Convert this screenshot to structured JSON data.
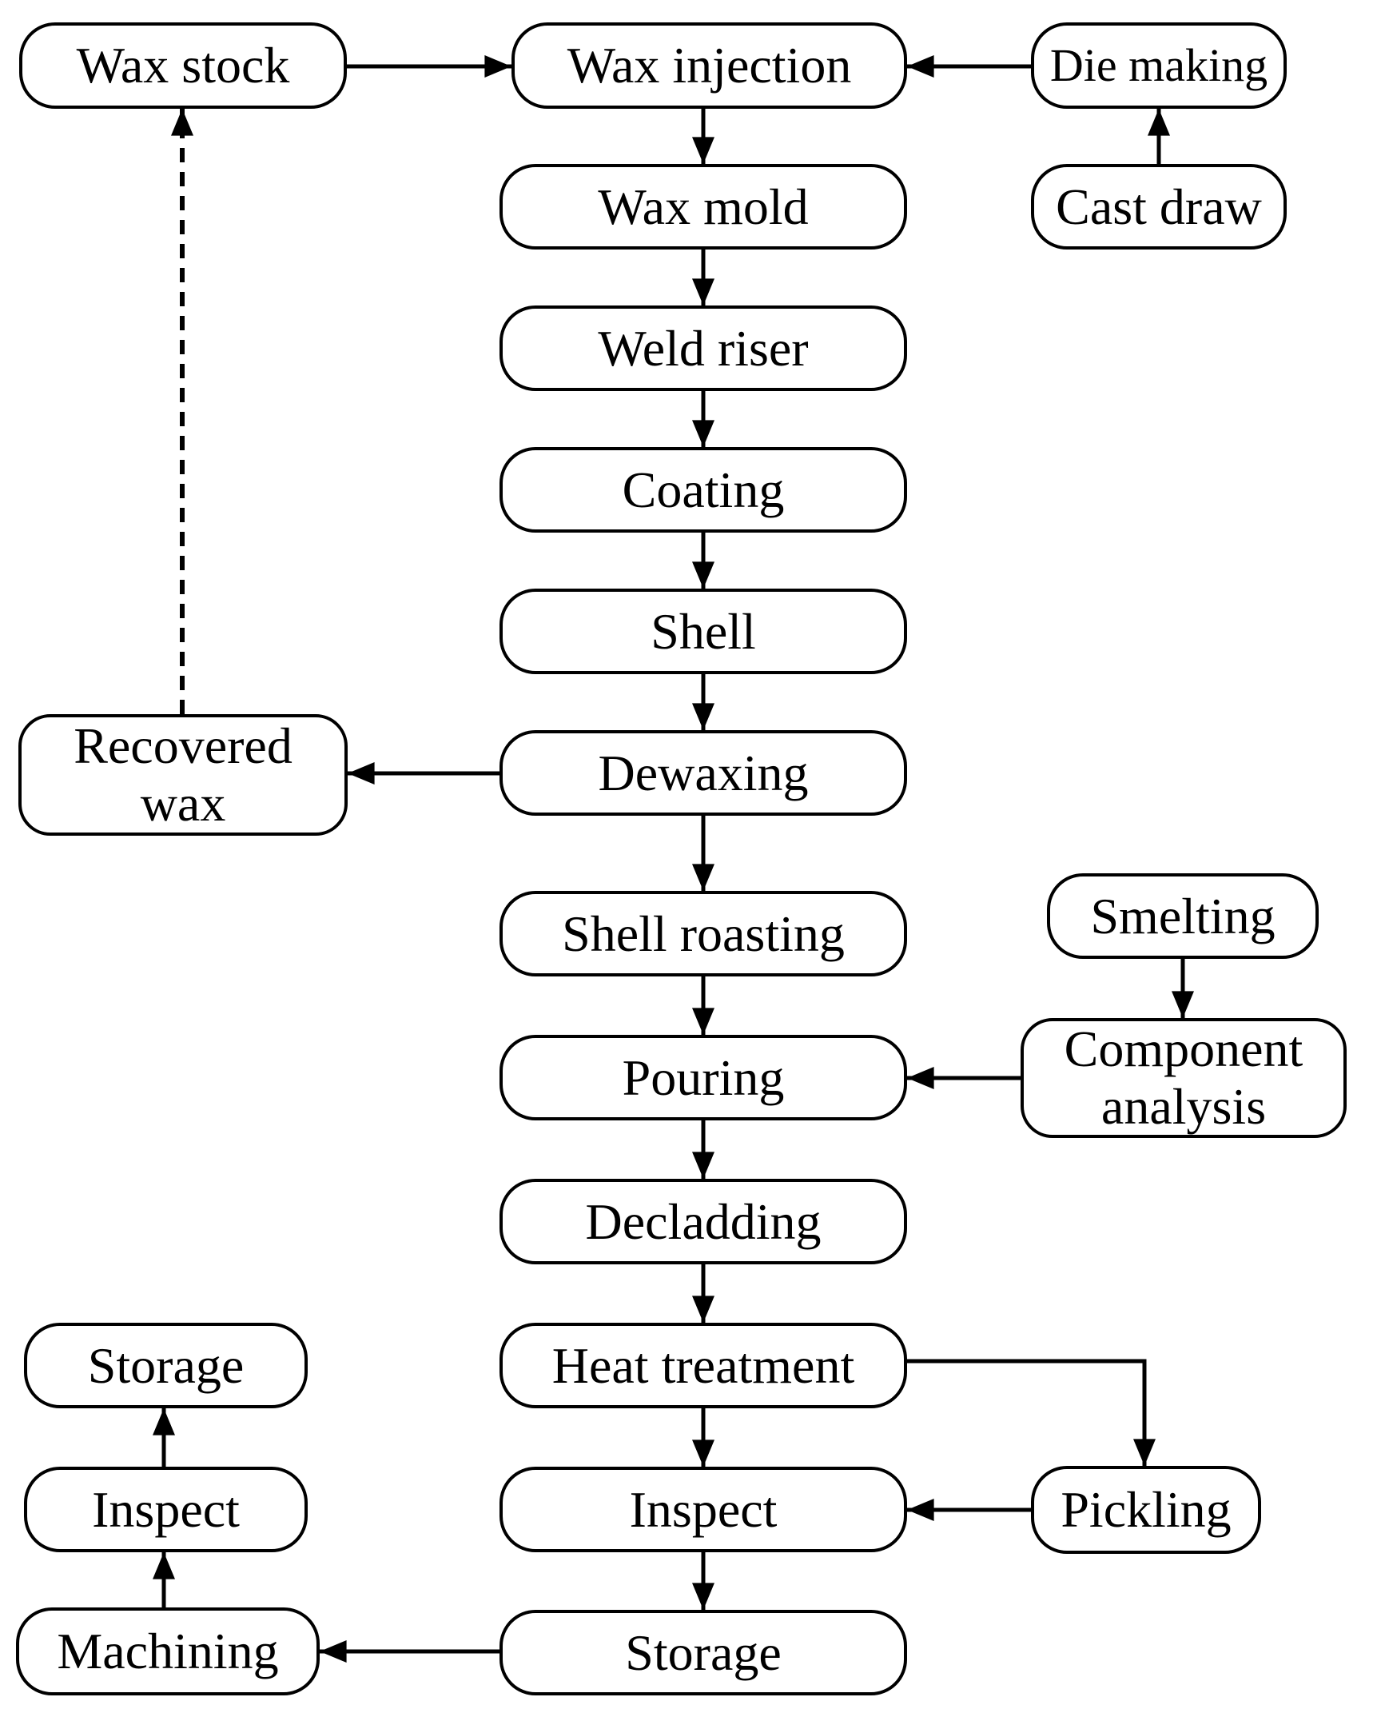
{
  "diagram": {
    "type": "flowchart",
    "subject": "Investment casting process flow",
    "colors": {
      "stroke": "#000000",
      "background": "#ffffff",
      "text": "#000000"
    }
  },
  "nodes": {
    "wax_stock": {
      "label": "Wax stock"
    },
    "wax_injection": {
      "label": "Wax injection"
    },
    "die_making": {
      "label": "Die making"
    },
    "cast_draw": {
      "label": "Cast draw"
    },
    "wax_mold": {
      "label": "Wax mold"
    },
    "weld_riser": {
      "label": "Weld riser"
    },
    "coating": {
      "label": "Coating"
    },
    "shell": {
      "label": "Shell"
    },
    "dewaxing": {
      "label": "Dewaxing"
    },
    "recovered_wax": {
      "line1": "Recovered",
      "line2": "wax"
    },
    "shell_roasting": {
      "label": "Shell roasting"
    },
    "smelting": {
      "label": "Smelting"
    },
    "pouring": {
      "label": "Pouring"
    },
    "component_analysis": {
      "line1": "Component",
      "line2": "analysis"
    },
    "decladding": {
      "label": "Decladding"
    },
    "heat_treatment": {
      "label": "Heat treatment"
    },
    "storage_left": {
      "label": "Storage"
    },
    "inspect_left": {
      "label": "Inspect"
    },
    "machining": {
      "label": "Machining"
    },
    "inspect_center": {
      "label": "Inspect"
    },
    "pickling": {
      "label": "Pickling"
    },
    "storage_center": {
      "label": "Storage"
    }
  },
  "edges": [
    {
      "from": "wax_stock",
      "to": "wax_injection",
      "style": "solid"
    },
    {
      "from": "die_making",
      "to": "wax_injection",
      "style": "solid"
    },
    {
      "from": "cast_draw",
      "to": "die_making",
      "style": "solid"
    },
    {
      "from": "wax_injection",
      "to": "wax_mold",
      "style": "solid"
    },
    {
      "from": "wax_mold",
      "to": "weld_riser",
      "style": "solid"
    },
    {
      "from": "weld_riser",
      "to": "coating",
      "style": "solid"
    },
    {
      "from": "coating",
      "to": "shell",
      "style": "solid"
    },
    {
      "from": "shell",
      "to": "dewaxing",
      "style": "solid"
    },
    {
      "from": "dewaxing",
      "to": "recovered_wax",
      "style": "solid"
    },
    {
      "from": "recovered_wax",
      "to": "wax_stock",
      "style": "dashed"
    },
    {
      "from": "dewaxing",
      "to": "shell_roasting",
      "style": "solid"
    },
    {
      "from": "shell_roasting",
      "to": "pouring",
      "style": "solid"
    },
    {
      "from": "smelting",
      "to": "component_analysis",
      "style": "solid"
    },
    {
      "from": "component_analysis",
      "to": "pouring",
      "style": "solid"
    },
    {
      "from": "pouring",
      "to": "decladding",
      "style": "solid"
    },
    {
      "from": "decladding",
      "to": "heat_treatment",
      "style": "solid"
    },
    {
      "from": "heat_treatment",
      "to": "inspect_center",
      "style": "solid"
    },
    {
      "from": "heat_treatment",
      "to": "pickling",
      "style": "solid"
    },
    {
      "from": "pickling",
      "to": "inspect_center",
      "style": "solid"
    },
    {
      "from": "inspect_center",
      "to": "storage_center",
      "style": "solid"
    },
    {
      "from": "storage_center",
      "to": "machining",
      "style": "solid"
    },
    {
      "from": "machining",
      "to": "inspect_left",
      "style": "solid"
    },
    {
      "from": "inspect_left",
      "to": "storage_left",
      "style": "solid"
    }
  ]
}
